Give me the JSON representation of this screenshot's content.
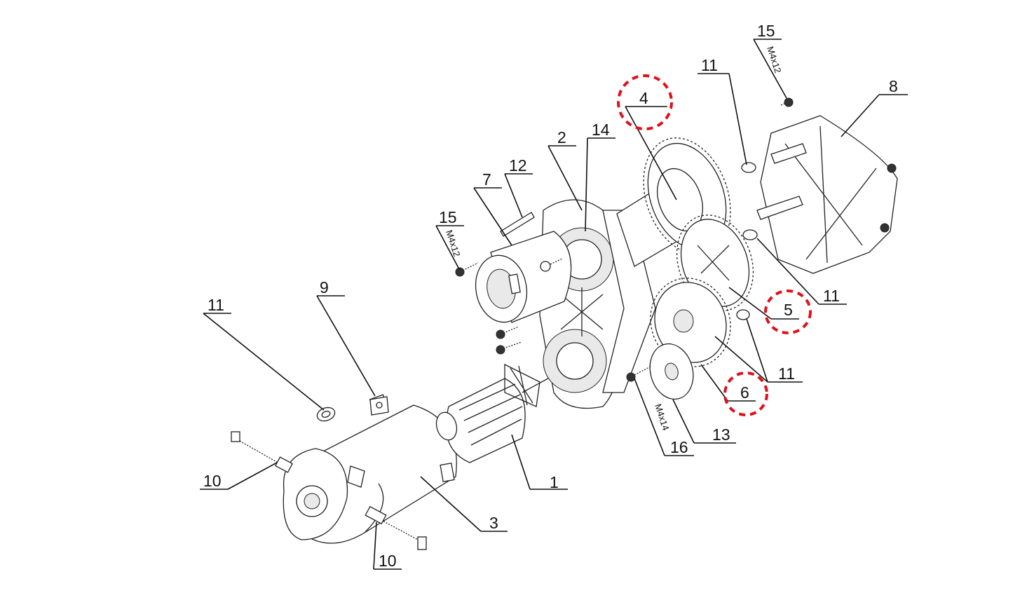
{
  "labels": {
    "l1": "1",
    "l2": "2",
    "l3": "3",
    "l4": "4",
    "l5": "5",
    "l6": "6",
    "l7": "7",
    "l8": "8",
    "l9": "9",
    "l10a": "10",
    "l10b": "10",
    "l11a": "11",
    "l11b": "11",
    "l11c": "11",
    "l11d": "11",
    "l12": "12",
    "l13": "13",
    "l14": "14",
    "l15a": "15",
    "l15b": "15",
    "l16": "16"
  },
  "specs": {
    "screw_top": "M4x12",
    "screw_mid": "M4x12",
    "screw_bottom": "M4x14"
  },
  "highlight_color": "#e0101a"
}
